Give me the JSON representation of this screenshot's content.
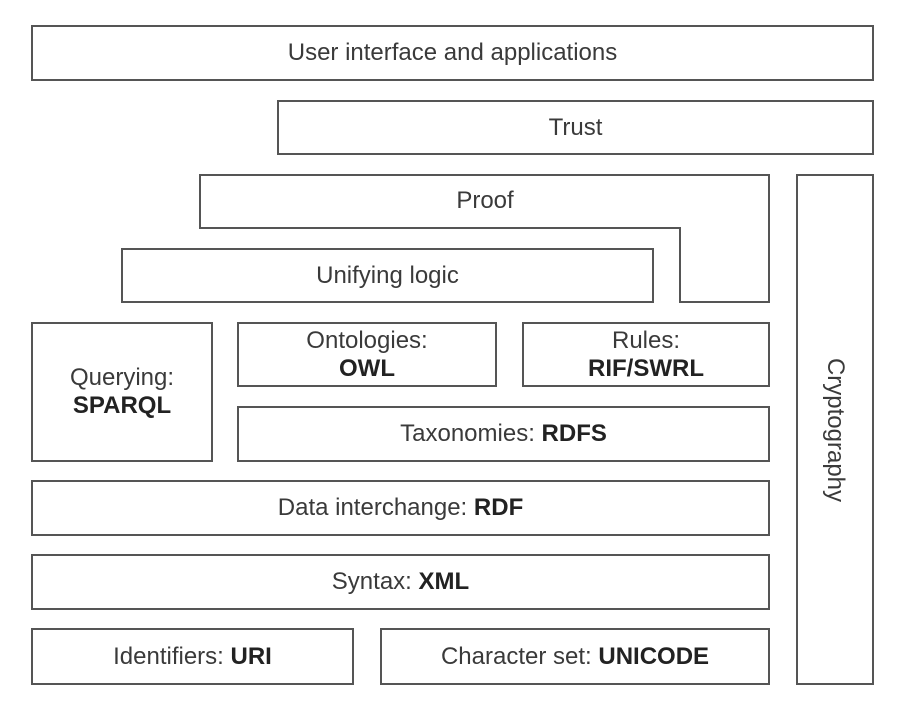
{
  "layers": {
    "user_interface": "User interface and applications",
    "trust": "Trust",
    "proof": "Proof",
    "unifying_logic": "Unifying logic",
    "querying": {
      "label": "Querying:",
      "tech": "SPARQL"
    },
    "ontologies": {
      "label": "Ontologies:",
      "tech": "OWL"
    },
    "rules": {
      "label": "Rules:",
      "tech": "RIF/SWRL"
    },
    "taxonomies": {
      "label": "Taxonomies:",
      "tech": "RDFS"
    },
    "data_interchange": {
      "label": "Data interchange:",
      "tech": "RDF"
    },
    "syntax": {
      "label": "Syntax:",
      "tech": "XML"
    },
    "identifiers": {
      "label": "Identifiers:",
      "tech": "URI"
    },
    "character_set": {
      "label": "Character set:",
      "tech": "UNICODE"
    },
    "cryptography": "Cryptography"
  }
}
